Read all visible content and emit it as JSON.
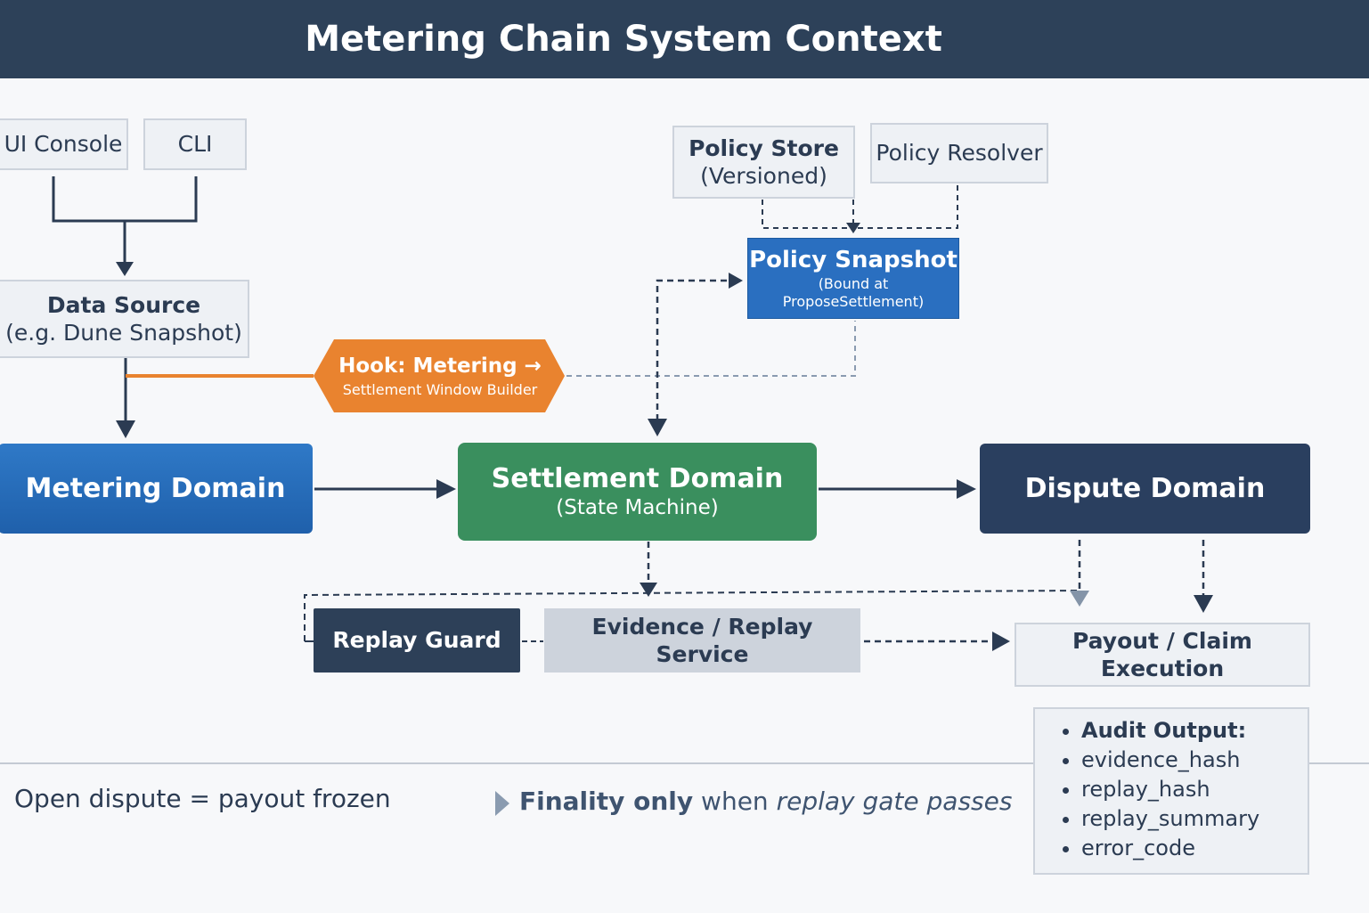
{
  "header": {
    "title": "Metering Chain System Context"
  },
  "nodes": {
    "ui_console": "UI Console",
    "cli": "CLI",
    "data_source": {
      "title": "Data Source",
      "subtitle": "(e.g. Dune Snapshot)"
    },
    "policy_store": {
      "title": "Policy Store",
      "subtitle": "(Versioned)"
    },
    "policy_resolver": "Policy Resolver",
    "policy_snapshot": {
      "title": "Policy Snapshot",
      "subtitle": "(Bound at ProposeSettlement)"
    },
    "hook": {
      "title": "Hook: Metering →",
      "subtitle": "Settlement Window Builder"
    },
    "metering_domain": "Metering Domain",
    "settlement_domain": {
      "title": "Settlement Domain",
      "subtitle": "(State Machine)"
    },
    "dispute_domain": "Dispute Domain",
    "replay_guard": "Replay Guard",
    "evidence_service": "Evidence / Replay Service",
    "payout": "Payout / Claim Execution"
  },
  "audit": {
    "heading": "Audit Output:",
    "items": [
      "evidence_hash",
      "replay_hash",
      "replay_summary",
      "error_code"
    ]
  },
  "notes": {
    "left": "Open dispute = payout frozen",
    "right_bold": "Finality only",
    "right_normal": " when ",
    "right_italic": "replay gate passes"
  },
  "colors": {
    "header": "#2d4159",
    "metering": "#2568b6",
    "settlement": "#3a8f5e",
    "dispute": "#2a3f5f",
    "hook": "#e9832f",
    "snapshot": "#2a6fc0",
    "replay_guard": "#2d4058",
    "evidence": "#cdd3dc"
  }
}
